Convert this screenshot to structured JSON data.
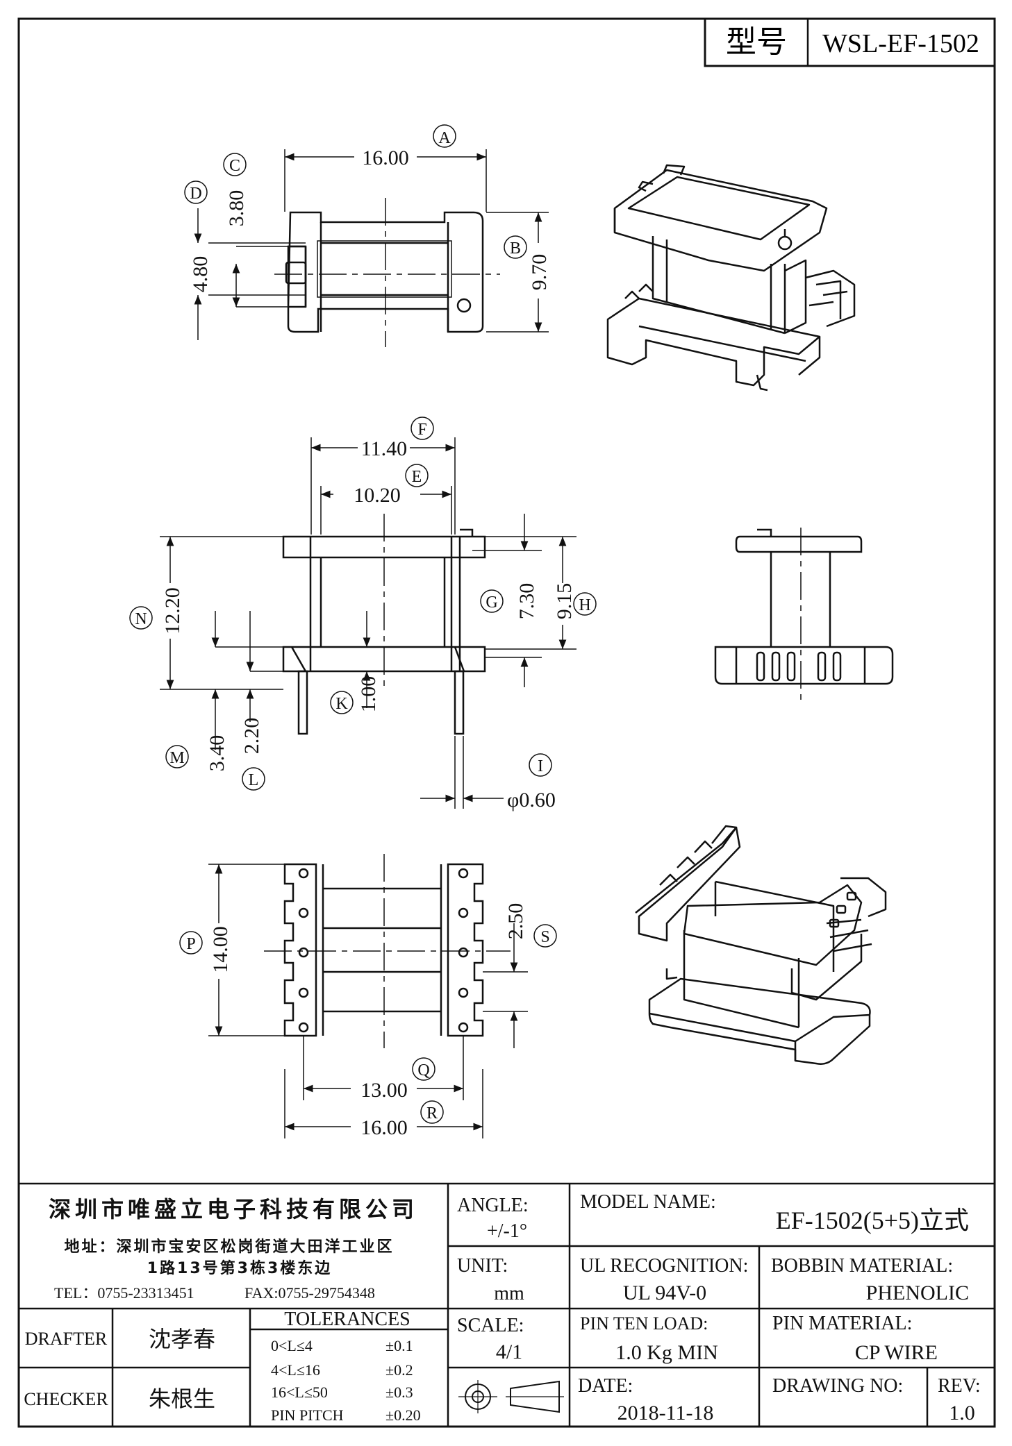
{
  "title_box": {
    "label": "型号",
    "model": "WSL-EF-1502"
  },
  "dimensions": {
    "A": {
      "letter": "A",
      "value": "16.00"
    },
    "B": {
      "letter": "B",
      "value": "9.70"
    },
    "C": {
      "letter": "C",
      "value": "3.80"
    },
    "D": {
      "letter": "D",
      "value": "4.80"
    },
    "E": {
      "letter": "E",
      "value": "10.20"
    },
    "F": {
      "letter": "F",
      "value": "11.40"
    },
    "G": {
      "letter": "G",
      "value": "7.30"
    },
    "H": {
      "letter": "H",
      "value": "9.15"
    },
    "I": {
      "letter": "I",
      "value": "φ0.60"
    },
    "K": {
      "letter": "K",
      "value": "1.00"
    },
    "L": {
      "letter": "L",
      "value": "2.20"
    },
    "M": {
      "letter": "M",
      "value": "3.40"
    },
    "N": {
      "letter": "N",
      "value": "12.20"
    },
    "P": {
      "letter": "P",
      "value": "14.00"
    },
    "Q": {
      "letter": "Q",
      "value": "13.00"
    },
    "R": {
      "letter": "R",
      "value": "16.00"
    },
    "S": {
      "letter": "S",
      "value": "2.50"
    }
  },
  "company": {
    "name": "深圳市唯盛立电子科技有限公司",
    "address_1": "地址：深圳市宝安区松岗街道大田洋工业区",
    "address_2": "1路13号第3栋3楼东边",
    "tel": "TEL：0755-23313451",
    "fax": "FAX:0755-29754348"
  },
  "angle": {
    "label": "ANGLE:",
    "value": "+/-1°"
  },
  "model_name": {
    "label": "MODEL NAME:",
    "value": "EF-1502(5+5)立式"
  },
  "unit": {
    "label": "UNIT:",
    "value": "mm"
  },
  "ul": {
    "label": "UL RECOGNITION:",
    "value": "UL 94V-0"
  },
  "bobbin_material": {
    "label": "BOBBIN MATERIAL:",
    "value": "PHENOLIC"
  },
  "drafter": {
    "label": "DRAFTER",
    "value": "沈孝春"
  },
  "checker": {
    "label": "CHECKER",
    "value": "朱根生"
  },
  "tolerances": {
    "title": "TOLERANCES",
    "rows": [
      {
        "range": "0<L≤4",
        "tol": "±0.1"
      },
      {
        "range": "4<L≤16",
        "tol": "±0.2"
      },
      {
        "range": "16<L≤50",
        "tol": "±0.3"
      },
      {
        "range": "PIN PITCH",
        "tol": "±0.20"
      }
    ]
  },
  "scale": {
    "label": "SCALE:",
    "value": "4/1"
  },
  "pin_ten_load": {
    "label": "PIN TEN LOAD:",
    "value": "1.0 Kg MIN"
  },
  "pin_material": {
    "label": "PIN MATERIAL:",
    "value": "CP WIRE"
  },
  "date": {
    "label": "DATE:",
    "value": "2018-11-18"
  },
  "drawing_no": {
    "label": "DRAWING NO:",
    "value": ""
  },
  "rev": {
    "label": "REV:",
    "value": "1.0"
  }
}
